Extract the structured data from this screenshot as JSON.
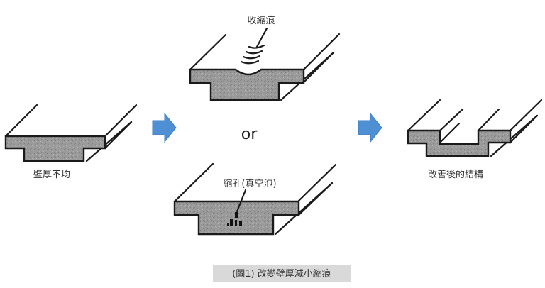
{
  "figure": {
    "caption": "(圖1) 改變壁厚減小縮痕",
    "connector_text": "or"
  },
  "panels": {
    "uneven_wall": {
      "label": "壁厚不均"
    },
    "sink_mark": {
      "label": "收縮痕"
    },
    "void": {
      "label": "縮孔(真空泡)"
    },
    "improved": {
      "label": "改善後的結構"
    }
  },
  "arrows": [
    {
      "name": "arrow-to-defects",
      "icon": "right-arrow-icon"
    },
    {
      "name": "arrow-to-improved",
      "icon": "right-arrow-icon"
    }
  ],
  "colors": {
    "arrow": "#4f8fd4",
    "slab_fill": "#9a9a9a",
    "outline": "#1a1a1a",
    "caption_bg": "#d9d9d9"
  }
}
